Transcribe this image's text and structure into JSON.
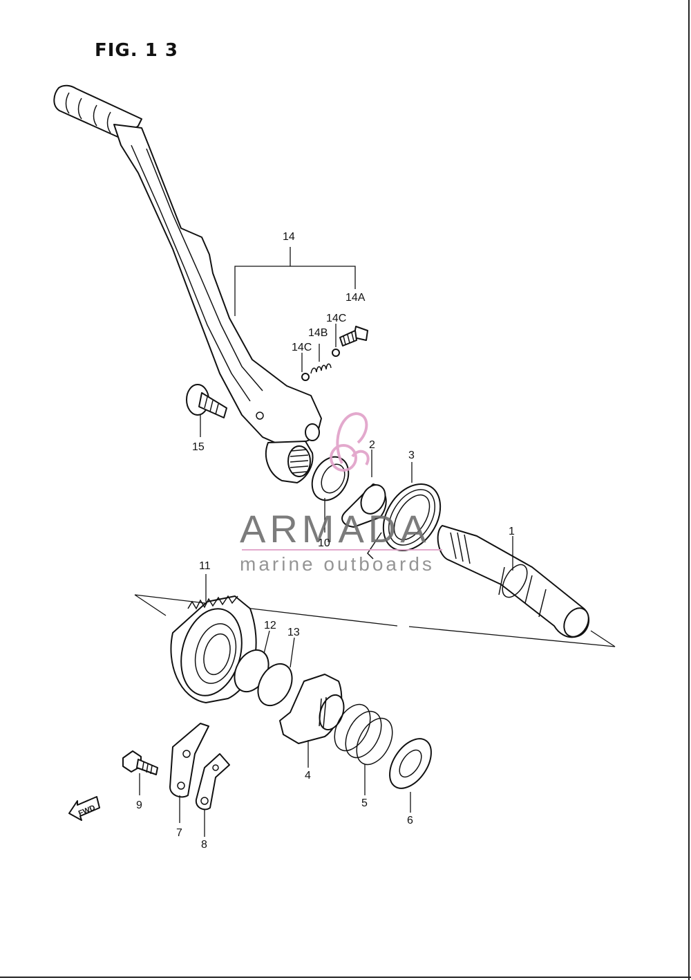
{
  "figure": {
    "title": "FIG. 1 3"
  },
  "watermark": {
    "brand": "ARMADA",
    "tagline": "marine outboards",
    "accent_color": "#e0a0c8"
  },
  "direction_marker": {
    "label": "FWD"
  },
  "colors": {
    "line": "#111111",
    "background": "#ffffff",
    "watermark_gray": "#6e6e6e"
  },
  "callouts": {
    "c1": "1",
    "c2": "2",
    "c3": "3",
    "c4": "4",
    "c5": "5",
    "c6": "6",
    "c7": "7",
    "c8": "8",
    "c9": "9",
    "c10": "10",
    "c11": "11",
    "c12": "12",
    "c13": "13",
    "c14": "14",
    "c14a": "14A",
    "c14b": "14B",
    "c14c_1": "14C",
    "c14c_2": "14C",
    "c15": "15"
  }
}
